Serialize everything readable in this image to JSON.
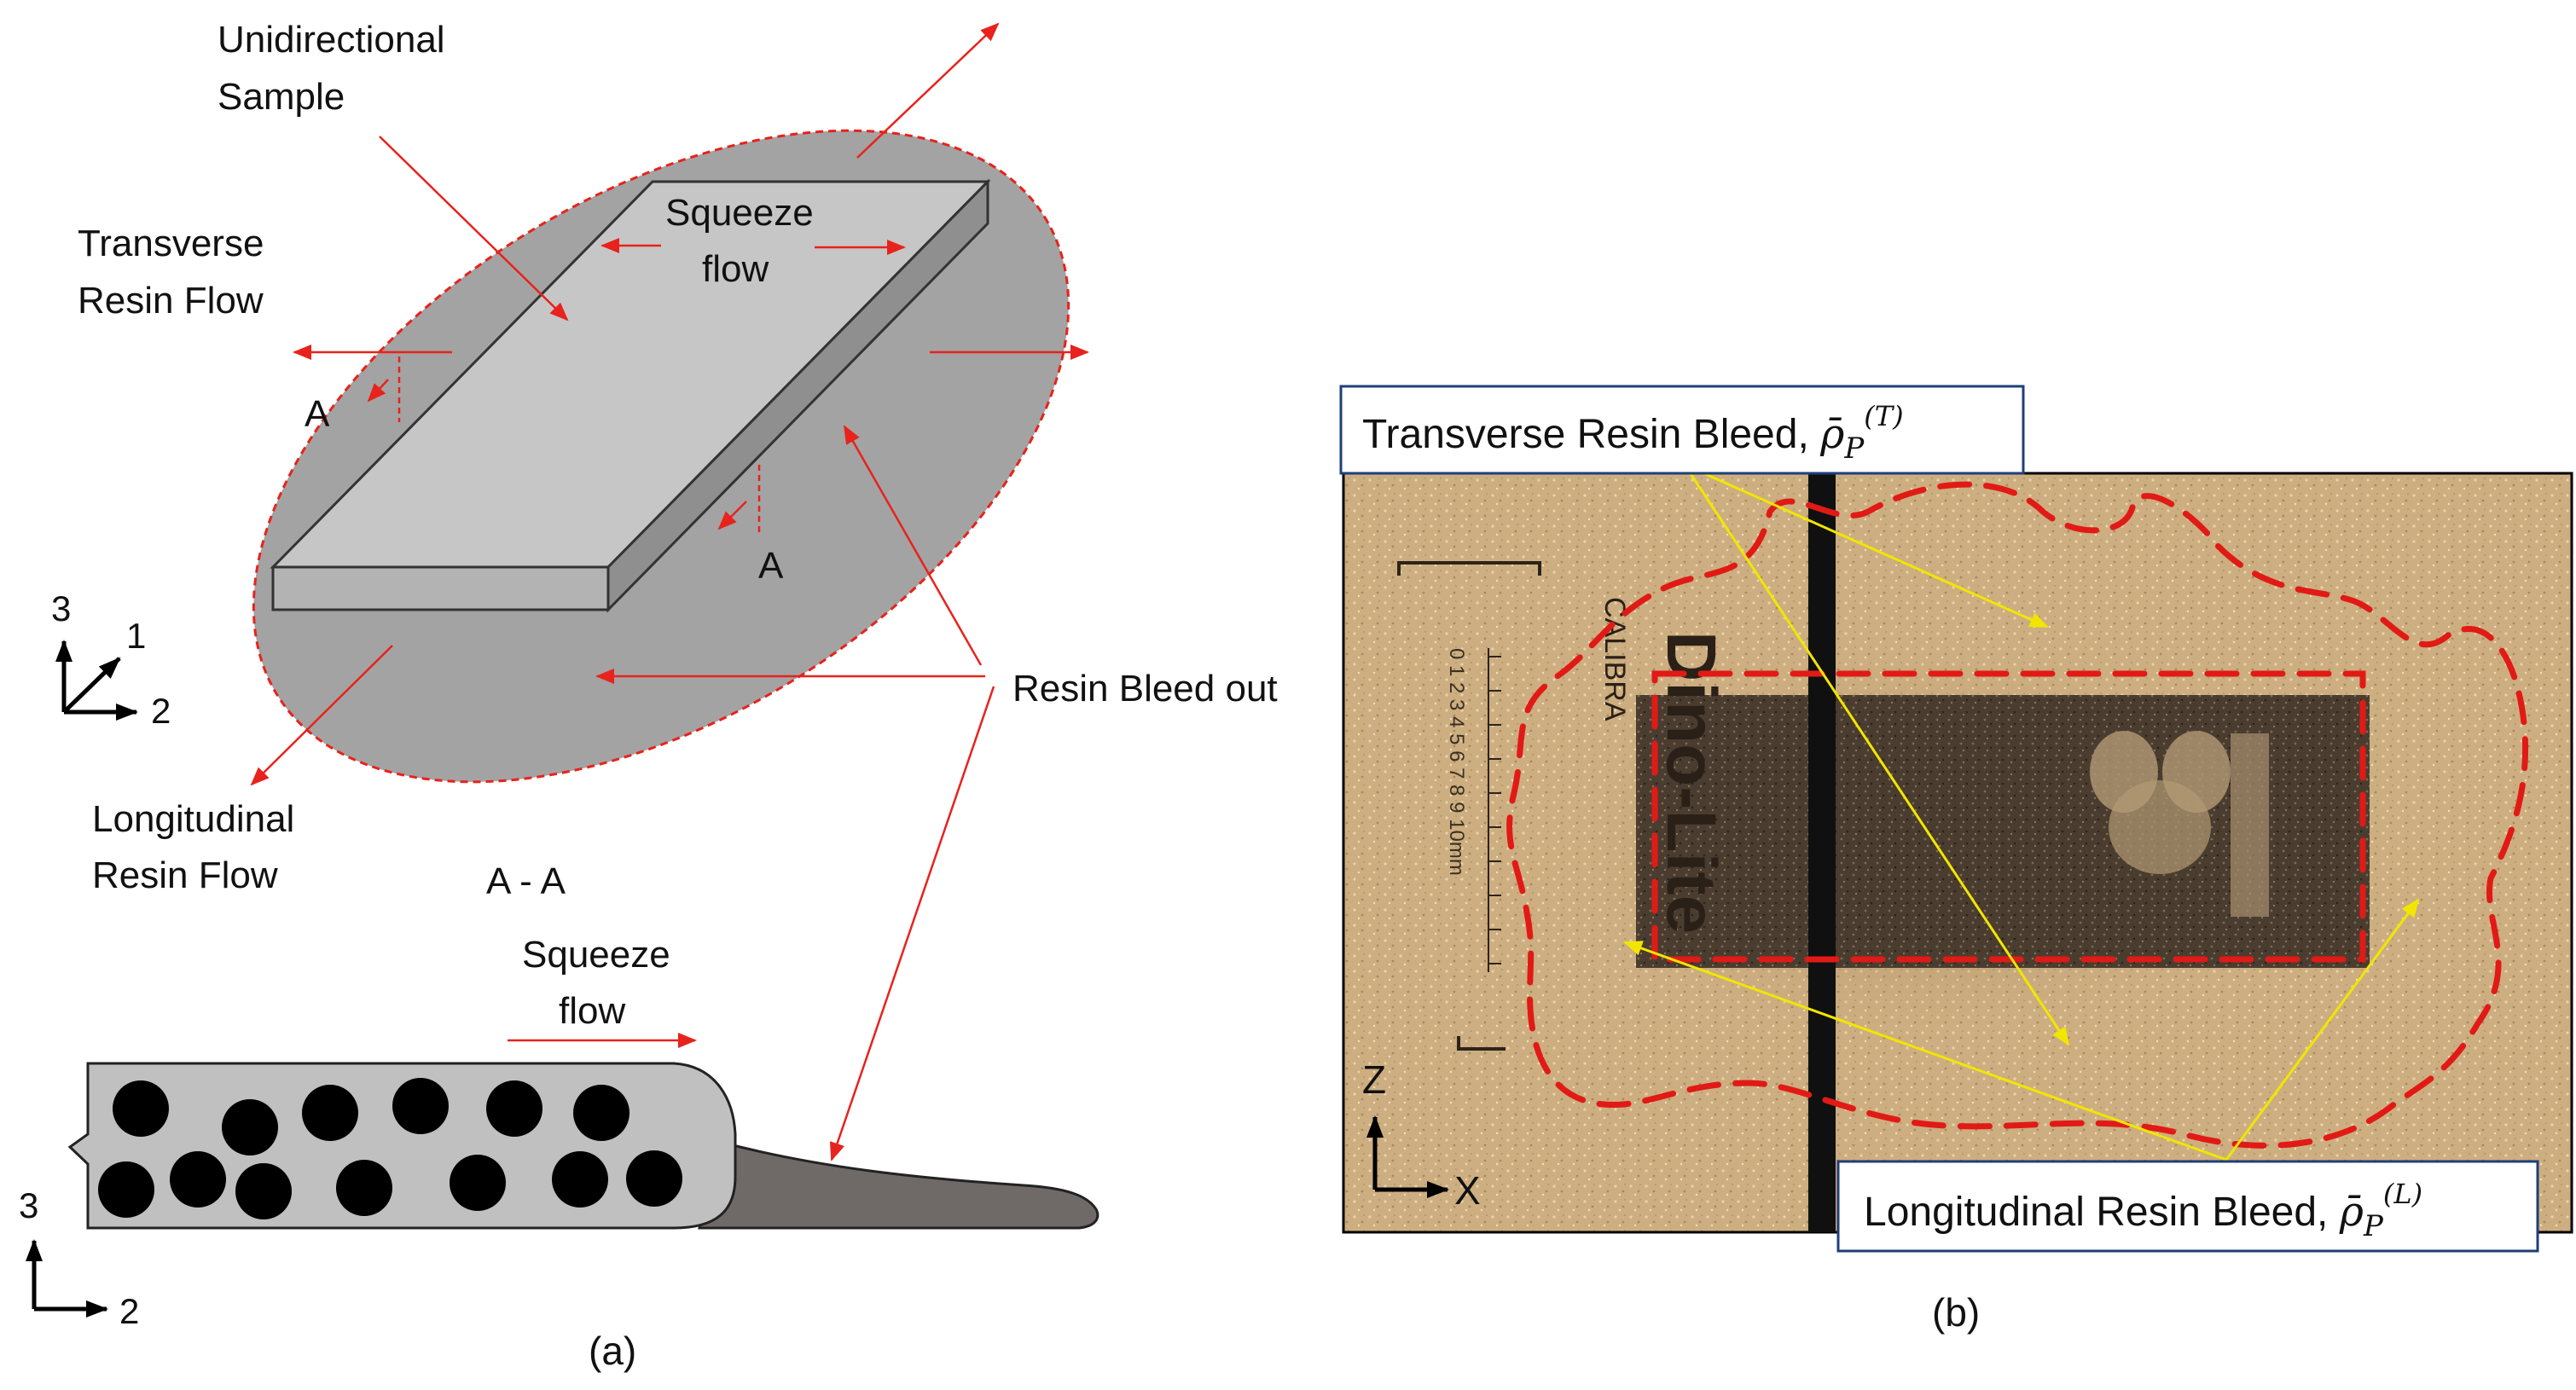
{
  "panel_a": {
    "caption": "(a)",
    "sample_label_line1": "Unidirectional",
    "sample_label_line2": "Sample",
    "squeeze_top_line1": "Squeeze",
    "squeeze_top_line2": "flow",
    "transverse_line1": "Transverse",
    "transverse_line2": "Resin Flow",
    "section_mark_left": "A",
    "section_mark_right": "A",
    "resin_bleed": "Resin Bleed out",
    "longitudinal_line1": "Longitudinal",
    "longitudinal_line2": "Resin Flow",
    "section_title": "A - A",
    "squeeze_bottom_line1": "Squeeze",
    "squeeze_bottom_line2": "flow",
    "axes_top": {
      "a3": "3",
      "a1": "1",
      "a2": "2"
    },
    "axes_bottom": {
      "a3": "3",
      "a2": "2"
    }
  },
  "panel_b": {
    "caption": "(b)",
    "transverse_label": "Transverse Resin Bleed, ",
    "transverse_symbol": "ρ̄",
    "transverse_sub": "P",
    "transverse_sup": "(T)",
    "longitudinal_label": "Longitudinal Resin Bleed, ",
    "longitudinal_symbol": "ρ̄",
    "longitudinal_sub": "P",
    "longitudinal_sup": "(L)",
    "axis_z": "Z",
    "axis_x": "X",
    "photo_text": "Dino-Lite",
    "photo_subtext": "CALIBRA",
    "ruler_digits": "0 1 2 3 4 5 6 7 8 9 10mm"
  },
  "colors": {
    "arrow_red": "#e8221c",
    "ellipse_fill": "#a3a3a3",
    "sample_top": "#c6c6c6",
    "sample_side": "#8f8f8f",
    "fiber": "#000000",
    "bleed_dark": "#6f6a67",
    "photo_bg": "#c9a878",
    "leader_yellow": "#f2e600",
    "box_border": "#1f3f78"
  }
}
